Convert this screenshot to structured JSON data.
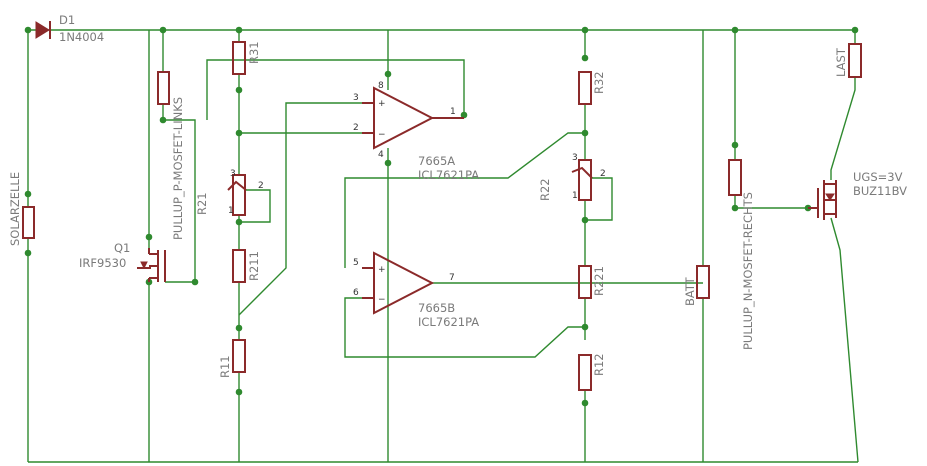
{
  "components": {
    "d1": {
      "name": "D1",
      "value": "1N4004"
    },
    "solar": {
      "name": "SOLARZELLE"
    },
    "q1": {
      "name": "Q1",
      "value": "IRF9530"
    },
    "pullup_p": {
      "name": "PULLUP_P-MOSFET-LINKS"
    },
    "r21": {
      "name": "R21"
    },
    "r31": {
      "name": "R31"
    },
    "r211": {
      "name": "R211"
    },
    "r11": {
      "name": "R11"
    },
    "opa": {
      "name": "7665A",
      "value": "ICL7621PA"
    },
    "opb": {
      "name": "7665B",
      "value": "ICL7621PA"
    },
    "r32": {
      "name": "R32"
    },
    "r22": {
      "name": "R22"
    },
    "r221": {
      "name": "R221"
    },
    "r12": {
      "name": "R12"
    },
    "batt": {
      "name": "BATT"
    },
    "pullup_n": {
      "name": "PULLUP_N-MOSFET-RECHTS"
    },
    "last": {
      "name": "LAST"
    },
    "q2": {
      "name": "UGS=3V",
      "value": "BUZ11BV"
    }
  },
  "pins": {
    "opa_in_plus": "3",
    "opa_in_minus": "2",
    "opa_out": "1",
    "opa_vplus": "8",
    "opa_vminus": "4",
    "opb_in_plus": "5",
    "opb_in_minus": "6",
    "opb_out": "7",
    "pot21_1": "1",
    "pot21_2": "2",
    "pot21_3": "3",
    "pot22_1": "1",
    "pot22_2": "2",
    "pot22_3": "3",
    "plus": "+",
    "minus": "−"
  }
}
